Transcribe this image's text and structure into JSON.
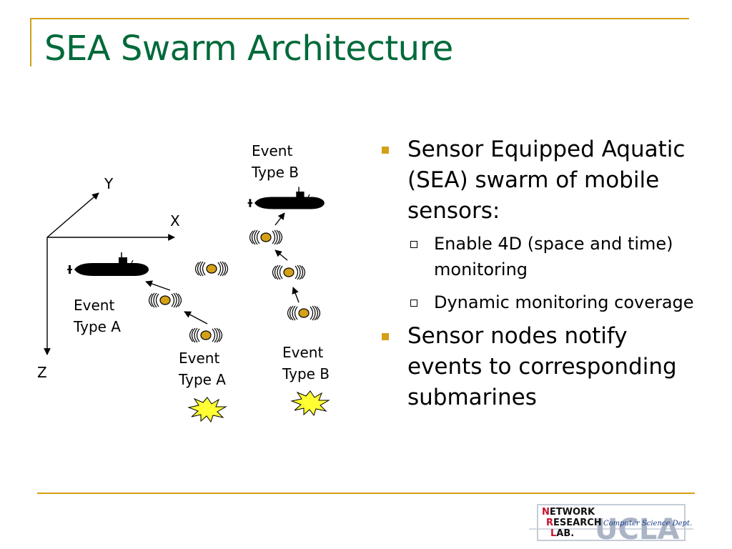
{
  "slide": {
    "title": "SEA Swarm Architecture"
  },
  "diagram": {
    "axes": {
      "x": "X",
      "y": "Y",
      "z": "Z"
    },
    "labels": {
      "event_b_top_line1": "Event",
      "event_b_top_line2": "Type B",
      "event_a_left_line1": "Event",
      "event_a_left_line2": "Type A",
      "event_a_bottom_line1": "Event",
      "event_a_bottom_line2": "Type A",
      "event_b_bottom_line1": "Event",
      "event_b_bottom_line2": "Type B"
    },
    "icons": [
      "submarine-icon",
      "sensor-node-icon",
      "event-burst-icon",
      "arrow-icon"
    ]
  },
  "bullets": [
    {
      "text": "Sensor Equipped Aquatic (SEA) swarm of mobile sensors:",
      "sub": [
        "Enable 4D (space and time) monitoring",
        "Dynamic monitoring coverage"
      ]
    },
    {
      "text": "Sensor nodes notify events to corresponding submarines",
      "sub": []
    }
  ],
  "logo": {
    "line1_initial": "N",
    "line1_rest": "ETWORK",
    "line2_initial": "R",
    "line2_rest": "ESEARCH",
    "line3_initial": "L",
    "line3_rest": "AB.",
    "dept": "Computer Science Dept.",
    "watermark": "UCLA"
  },
  "colors": {
    "title": "#006a3a",
    "accent_rule": "#d4a017",
    "bullet": "#d4a017",
    "event_burst": "#ffff33",
    "sensor_core": "#d4a017"
  }
}
